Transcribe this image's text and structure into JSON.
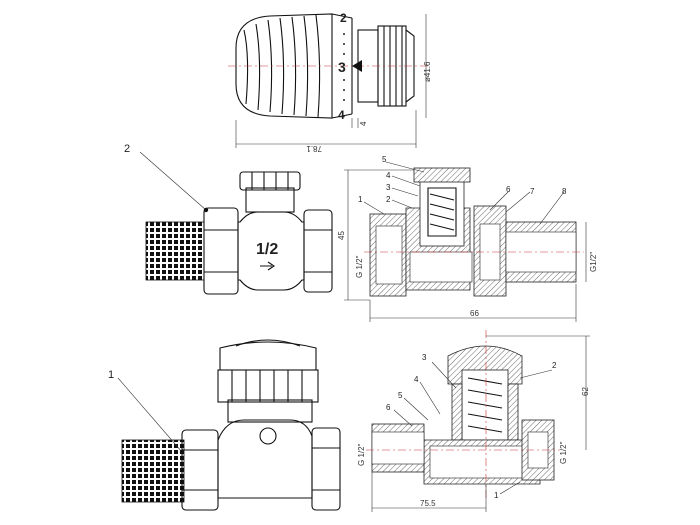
{
  "drawing_1": {
    "scale_labels": [
      "2",
      "3",
      "4"
    ],
    "dim_length": "78.1",
    "dim_diameter": "ø41.6",
    "dim_small": "4"
  },
  "drawing_2": {
    "callout": "2",
    "body_mark": "1/2"
  },
  "drawing_3": {
    "callouts": [
      "5",
      "4",
      "3",
      "1",
      "2",
      "6",
      "7",
      "8"
    ],
    "dim_height": "45",
    "dim_length": "66",
    "thread_left": "G 1/2\"",
    "thread_right": "G1/2\""
  },
  "drawing_4": {
    "callout": "1"
  },
  "drawing_5": {
    "callouts": [
      "3",
      "2",
      "4",
      "5",
      "6",
      "1"
    ],
    "dim_height": "62",
    "dim_length": "75.5",
    "thread_left": "G 1/2\"",
    "thread_right": "G 1/2\""
  }
}
